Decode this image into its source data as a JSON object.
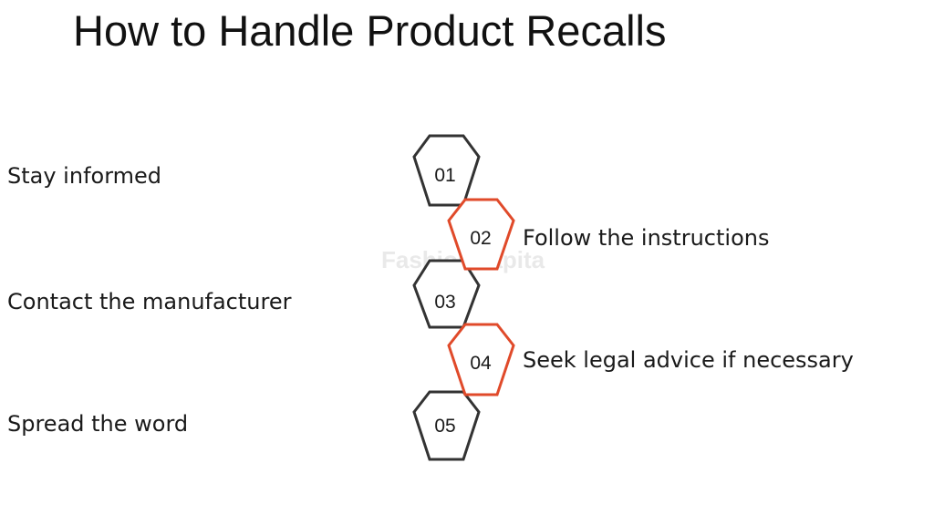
{
  "title": "How to Handle Product Recalls",
  "watermark": "FashionCapita",
  "colors": {
    "dark_outline": "#333333",
    "accent_outline": "#e04a2a"
  },
  "steps": [
    {
      "number": "01",
      "label": "Stay informed",
      "outline": "dark"
    },
    {
      "number": "02",
      "label": "Follow the instructions",
      "outline": "accent"
    },
    {
      "number": "03",
      "label": "Contact the manufacturer",
      "outline": "dark"
    },
    {
      "number": "04",
      "label": "Seek legal advice if necessary",
      "outline": "accent"
    },
    {
      "number": "05",
      "label": "Spread the word",
      "outline": "dark"
    }
  ]
}
